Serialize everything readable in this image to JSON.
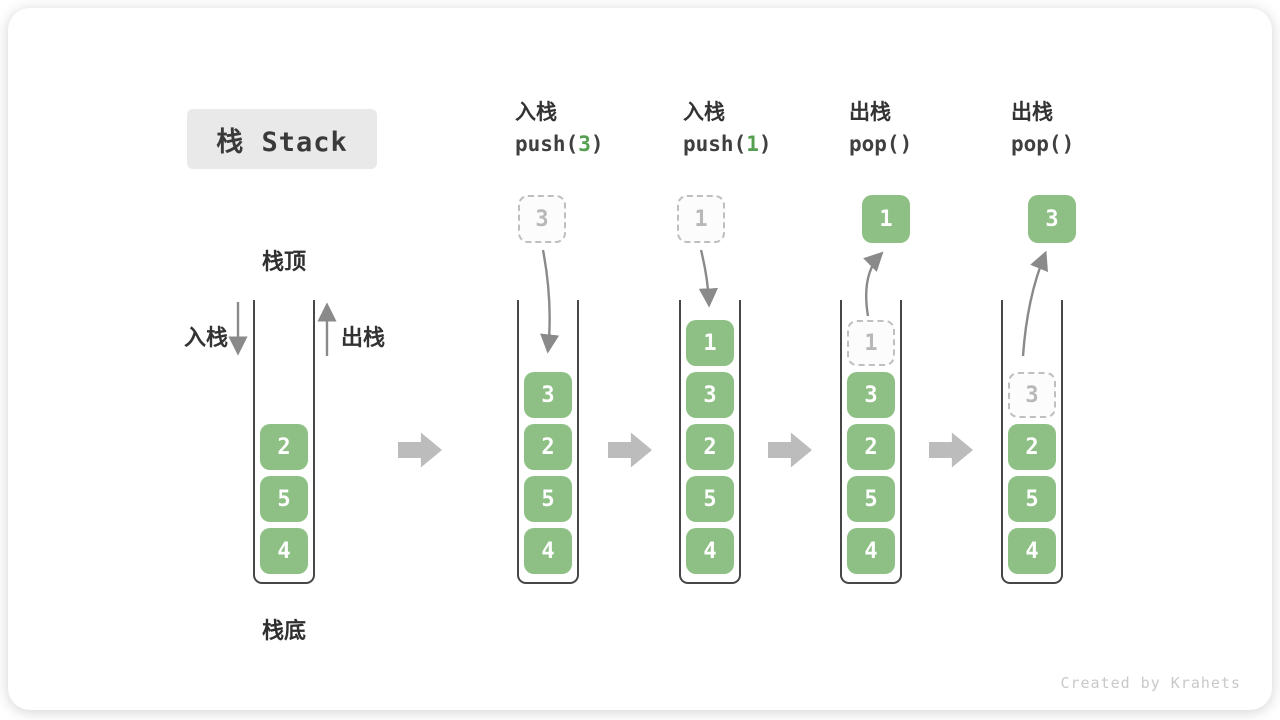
{
  "title": "栈 Stack",
  "watermark": "Created by Krahets",
  "stack_labels": {
    "top": "栈顶",
    "bottom": "栈底",
    "push": "入栈",
    "pop": "出栈"
  },
  "colors": {
    "element_green": "#8EC085",
    "accent_green": "#55A050",
    "title_box_gray": "#E9E9E9",
    "block_arrow_gray": "#BCBCBC",
    "curve_arrow_gray": "#8A8A8A",
    "ghost_gray": "#BFBFBF",
    "text_dark": "#3A3A3A",
    "watermark_gray": "#C9C9C9"
  },
  "stages": [
    {
      "name": "initial",
      "header": null,
      "floating": null,
      "ghost": null,
      "elements": [
        "2",
        "5",
        "4"
      ]
    },
    {
      "name": "push-3",
      "header": {
        "action": "入栈",
        "code_prefix": "push(",
        "code_accent": "3",
        "code_suffix": ")"
      },
      "floating": {
        "value": "3",
        "variant": "dashed"
      },
      "ghost": null,
      "elements": [
        "3",
        "2",
        "5",
        "4"
      ]
    },
    {
      "name": "push-1",
      "header": {
        "action": "入栈",
        "code_prefix": "push(",
        "code_accent": "1",
        "code_suffix": ")"
      },
      "floating": {
        "value": "1",
        "variant": "dashed"
      },
      "ghost": null,
      "elements": [
        "1",
        "3",
        "2",
        "5",
        "4"
      ]
    },
    {
      "name": "pop-1",
      "header": {
        "action": "出栈",
        "code_prefix": "pop(",
        "code_accent": "",
        "code_suffix": ")"
      },
      "floating": {
        "value": "1",
        "variant": "solid"
      },
      "ghost": "1",
      "elements": [
        "3",
        "2",
        "5",
        "4"
      ]
    },
    {
      "name": "pop-3",
      "header": {
        "action": "出栈",
        "code_prefix": "pop(",
        "code_accent": "",
        "code_suffix": ")"
      },
      "floating": {
        "value": "3",
        "variant": "solid"
      },
      "ghost": "3",
      "elements": [
        "2",
        "5",
        "4"
      ]
    }
  ]
}
